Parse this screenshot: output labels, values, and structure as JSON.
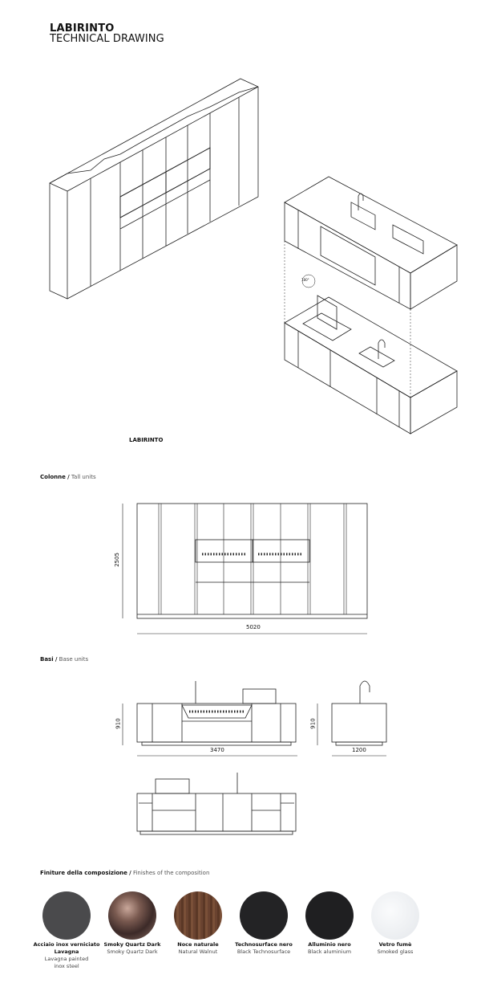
{
  "header": {
    "title": "LABIRINTO",
    "subtitle": "TECHNICAL DRAWING"
  },
  "iso": {
    "caption": "LABIRINTO",
    "rotation_label": "180°"
  },
  "tall_units": {
    "title_it": "Colonne",
    "title_en": "Tall units",
    "height": "2505",
    "width": "5020"
  },
  "base_units": {
    "title_it": "Basi",
    "title_en": "Base units",
    "height_front": "910",
    "width_front": "3470",
    "height_side": "910",
    "width_side": "1200"
  },
  "finishes": {
    "title_it": "Finiture della composizione",
    "title_en": "Finishes of the composition",
    "items": [
      {
        "it": "Acciaio inox verniciato Lavagna",
        "en": "Lavagna painted inox steel",
        "color": "#4a4a4c"
      },
      {
        "it": "Smoky Quartz Dark",
        "en": "Smoky Quartz Dark",
        "color": "#6b4e44"
      },
      {
        "it": "Noce naturale",
        "en": "Natural Walnut",
        "color": "#6a4330"
      },
      {
        "it": "Technosurface nero",
        "en": "Black Technosurface",
        "color": "#232325"
      },
      {
        "it": "Alluminio nero",
        "en": "Black aluminium",
        "color": "#1f1f21"
      },
      {
        "it": "Vetro fumè",
        "en": "Smoked glass",
        "color": "#eef0f3"
      }
    ]
  }
}
